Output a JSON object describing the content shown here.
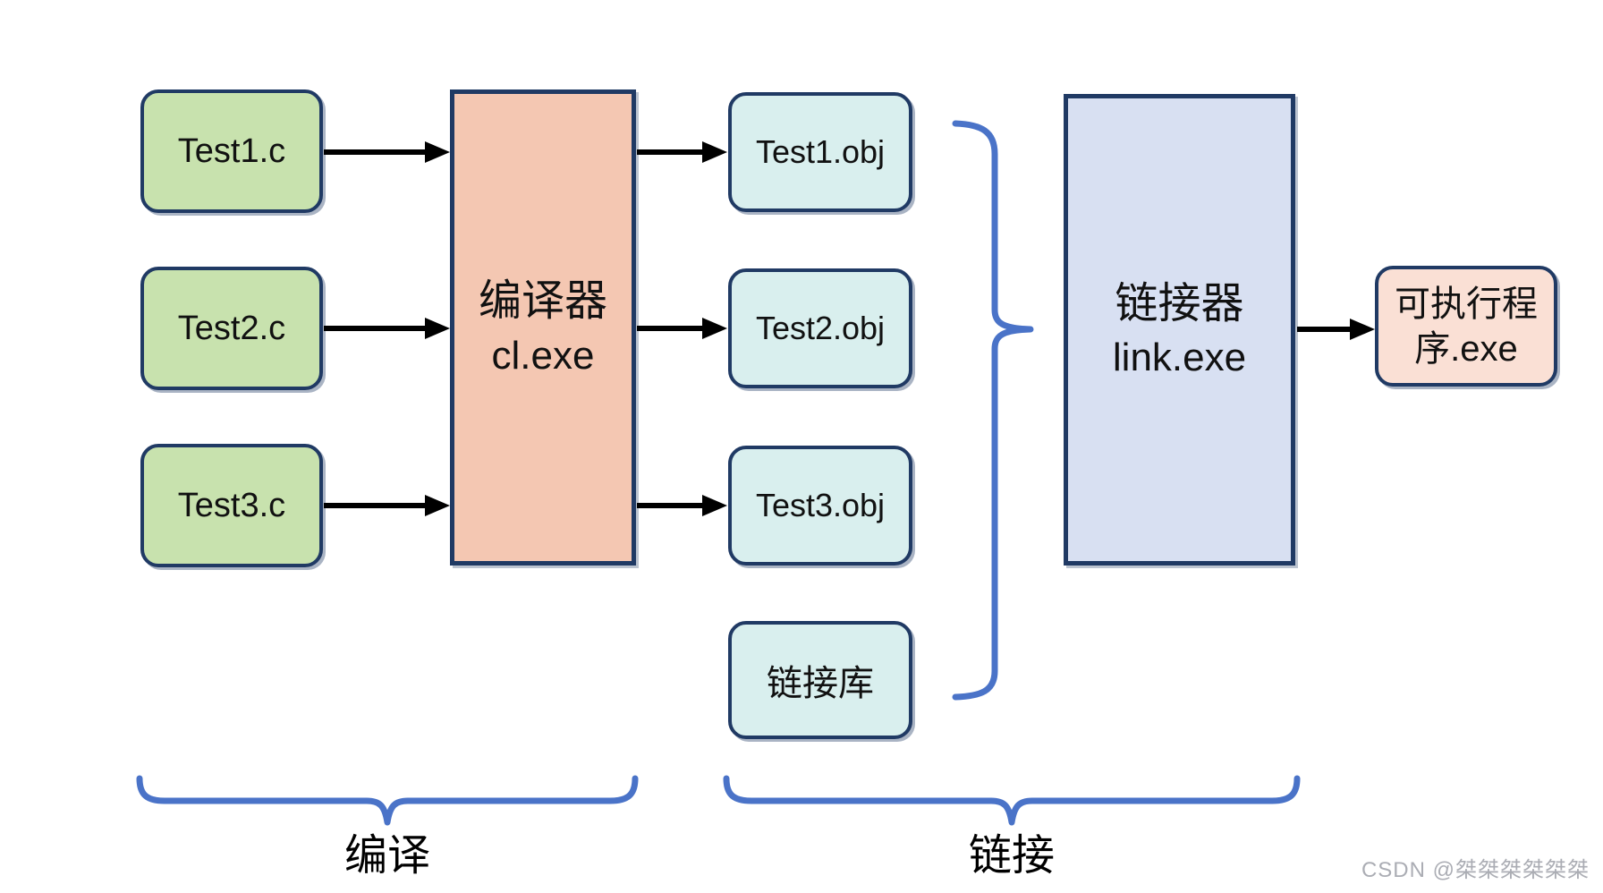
{
  "diagram": {
    "title_context": "C program compile and link flow",
    "nodes": {
      "source_files": [
        {
          "label": "Test1.c"
        },
        {
          "label": "Test2.c"
        },
        {
          "label": "Test3.c"
        }
      ],
      "compiler": {
        "line1": "编译器",
        "line2": "cl.exe"
      },
      "object_files": [
        {
          "label": "Test1.obj"
        },
        {
          "label": "Test2.obj"
        },
        {
          "label": "Test3.obj"
        }
      ],
      "library": {
        "label": "链接库"
      },
      "linker": {
        "line1": "链接器",
        "line2": "link.exe"
      },
      "executable": {
        "line1": "可执行程",
        "line2": "序.exe"
      }
    },
    "stage_labels": {
      "compile": "编译",
      "link": "链接"
    },
    "colors": {
      "source_fill": "#c8e2ae",
      "compiler_fill": "#f4c7b2",
      "object_fill": "#d9efee",
      "linker_fill": "#d8e0f2",
      "executable_fill": "#fae0d5",
      "border": "#203a64",
      "brace": "#4a73c8",
      "arrow": "#000000"
    },
    "watermark": "CSDN @桀桀桀桀桀桀"
  }
}
